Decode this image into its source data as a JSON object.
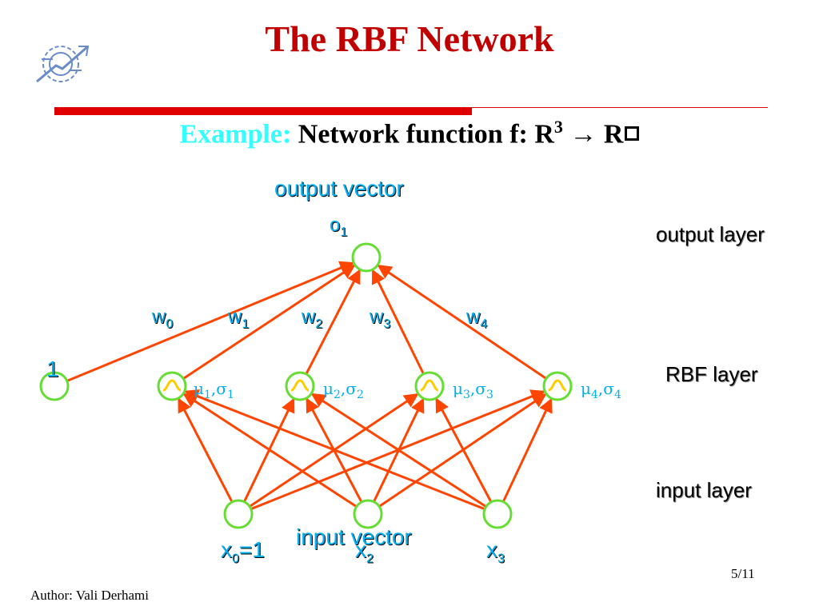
{
  "slide": {
    "title": "The RBF Network",
    "subtitle_example": "Example:",
    "subtitle_text": "Network function f: R",
    "subtitle_sup": "3",
    "subtitle_arrow": "→",
    "subtitle_r": "R",
    "footer": "Author: Vali Derhami",
    "page": "5/11"
  },
  "labels": {
    "output_vector": "output vector",
    "input_vector": "input vector",
    "output_layer": "output layer",
    "rbf_layer": "RBF layer",
    "input_layer": "input layer",
    "bias": "1"
  },
  "output_node": {
    "name": "o",
    "sub": "1"
  },
  "weights": [
    {
      "name": "w",
      "sub": "0"
    },
    {
      "name": "w",
      "sub": "1"
    },
    {
      "name": "w",
      "sub": "2"
    },
    {
      "name": "w",
      "sub": "3"
    },
    {
      "name": "w",
      "sub": "4"
    }
  ],
  "rbf_params": [
    {
      "mu": "μ",
      "mu_sub": "1",
      "sep": ",",
      "sigma": "σ",
      "sigma_sub": "1"
    },
    {
      "mu": "μ",
      "mu_sub": "2",
      "sep": ",",
      "sigma": "σ",
      "sigma_sub": "2"
    },
    {
      "mu": "μ",
      "mu_sub": "3",
      "sep": ",",
      "sigma": "σ",
      "sigma_sub": "3"
    },
    {
      "mu": "μ",
      "mu_sub": "4",
      "sep": ",",
      "sigma": "σ",
      "sigma_sub": "4"
    }
  ],
  "inputs": [
    {
      "name": "x",
      "sub": "0",
      "suffix": "=1"
    },
    {
      "name": "x",
      "sub": "2",
      "suffix": ""
    },
    {
      "name": "x",
      "sub": "3",
      "suffix": ""
    }
  ],
  "colors": {
    "title": "#c00000",
    "edge": "#ff4500",
    "node": "#66dd33",
    "label": "#00b0f0",
    "gaussian": "#ffcc00"
  }
}
